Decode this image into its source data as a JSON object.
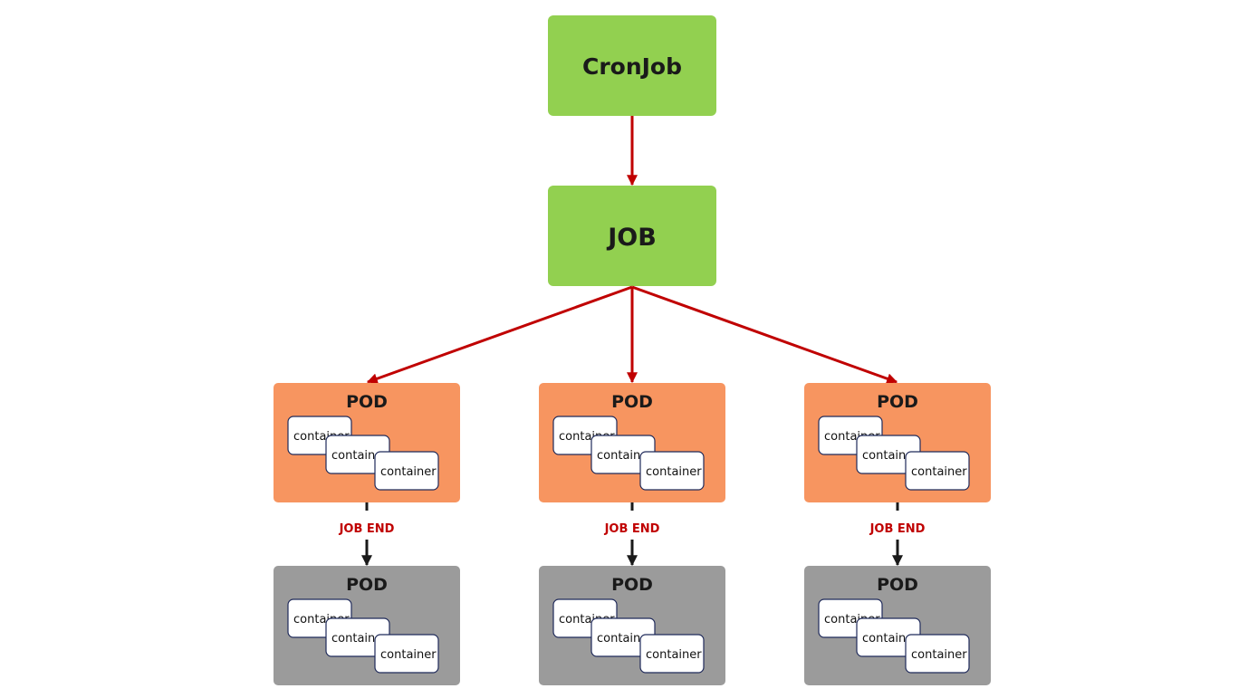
{
  "nodes": {
    "cronjob": {
      "label": "CronJob"
    },
    "job": {
      "label": "JOB"
    }
  },
  "pod_label": "POD",
  "container_label": "container",
  "job_end_label": "JOB END",
  "columns": [
    {
      "running_pod": {
        "title": "POD",
        "containers": [
          "container",
          "container",
          "container"
        ]
      },
      "transition_label": "JOB END",
      "completed_pod": {
        "title": "POD",
        "containers": [
          "container",
          "container",
          "container"
        ]
      }
    },
    {
      "running_pod": {
        "title": "POD",
        "containers": [
          "container",
          "container",
          "container"
        ]
      },
      "transition_label": "JOB END",
      "completed_pod": {
        "title": "POD",
        "containers": [
          "container",
          "container",
          "container"
        ]
      }
    },
    {
      "running_pod": {
        "title": "POD",
        "containers": [
          "container",
          "container",
          "container"
        ]
      },
      "transition_label": "JOB END",
      "completed_pod": {
        "title": "POD",
        "containers": [
          "container",
          "container",
          "container"
        ]
      }
    }
  ],
  "colors": {
    "green_node": "#92d050",
    "running_pod": "#f79560",
    "completed_pod": "#9b9b9b",
    "container_fill": "#ffffff",
    "container_border": "#1f2a5a",
    "arrow_red": "#c00000",
    "arrow_black": "#1a1a1a",
    "label_red": "#c00000"
  }
}
